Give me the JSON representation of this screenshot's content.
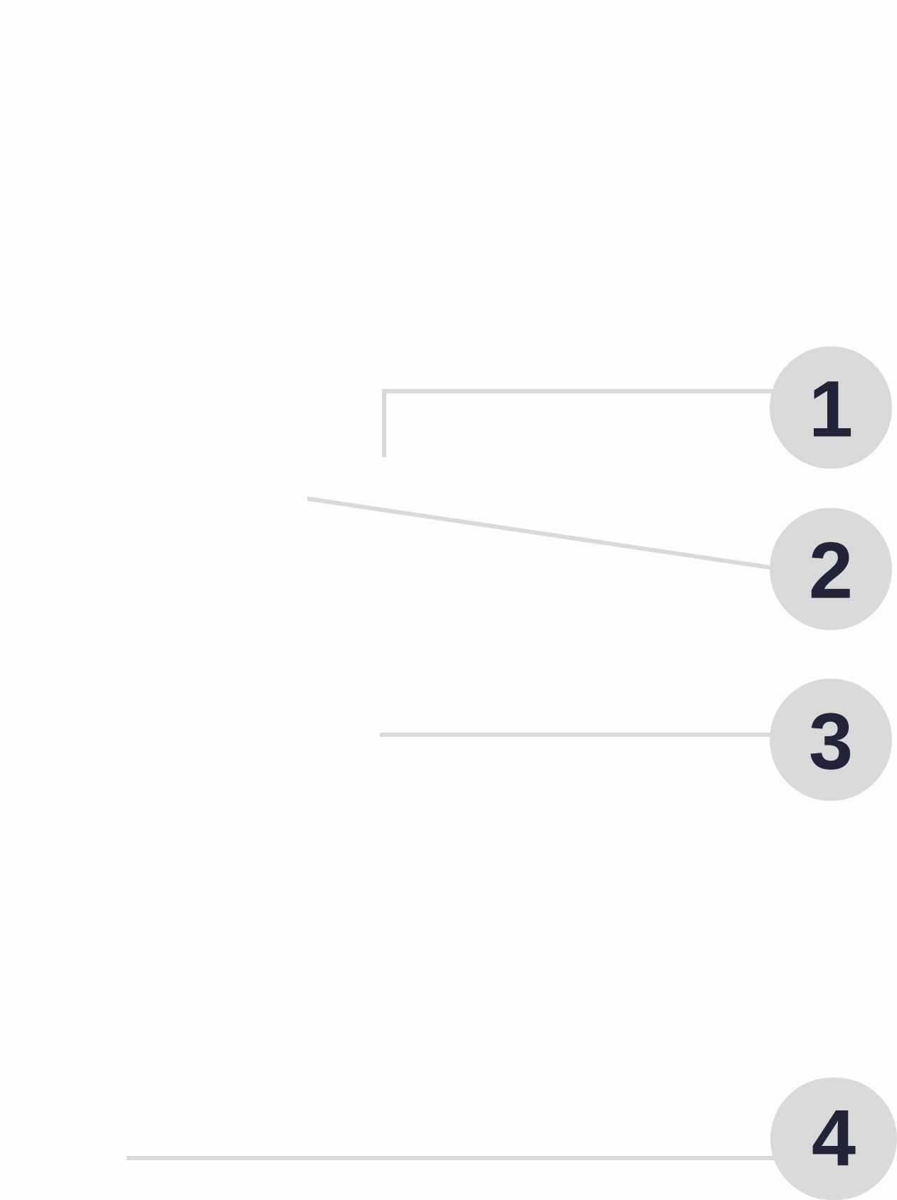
{
  "colors": {
    "background": "#fdfdfd",
    "leader_line": "#d9d9d9",
    "callout_fill": "#d9d9d9",
    "callout_text": "#23233a"
  },
  "callouts": [
    {
      "label": "1"
    },
    {
      "label": "2"
    },
    {
      "label": "3"
    },
    {
      "label": "4"
    }
  ]
}
